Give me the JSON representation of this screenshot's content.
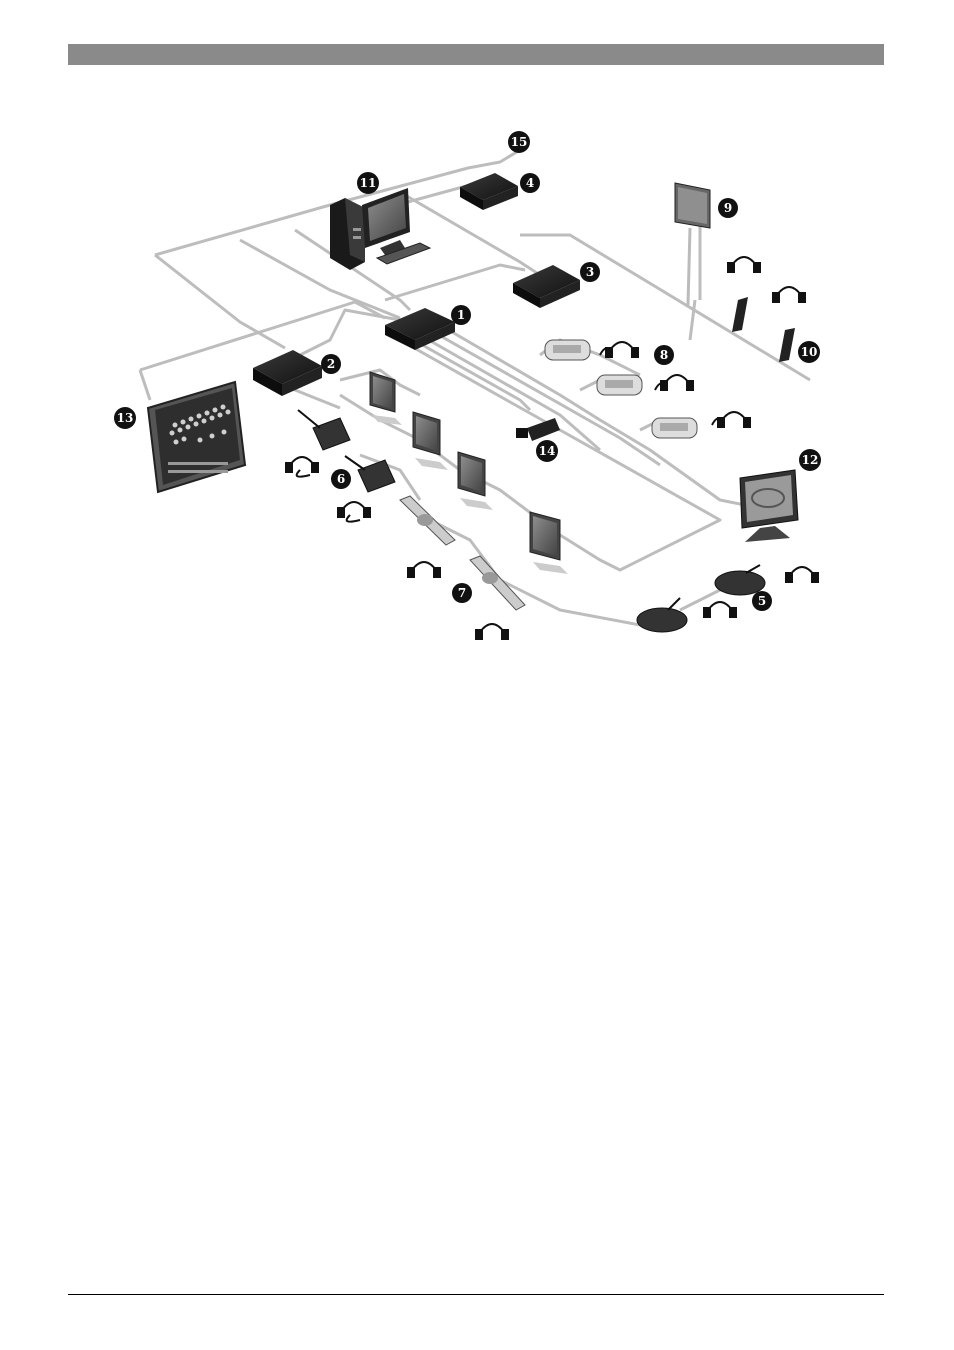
{
  "diagram": {
    "callouts": [
      "1",
      "2",
      "3",
      "4",
      "5",
      "6",
      "7",
      "8",
      "9",
      "10",
      "11",
      "12",
      "13",
      "14",
      "15"
    ]
  },
  "colors": {
    "header_bar": "#8a8a8a",
    "callout_fill": "#111111",
    "device_dark": "#1c1c1c",
    "device_light": "#cfcfcf",
    "cable": "#bdbdbd"
  }
}
